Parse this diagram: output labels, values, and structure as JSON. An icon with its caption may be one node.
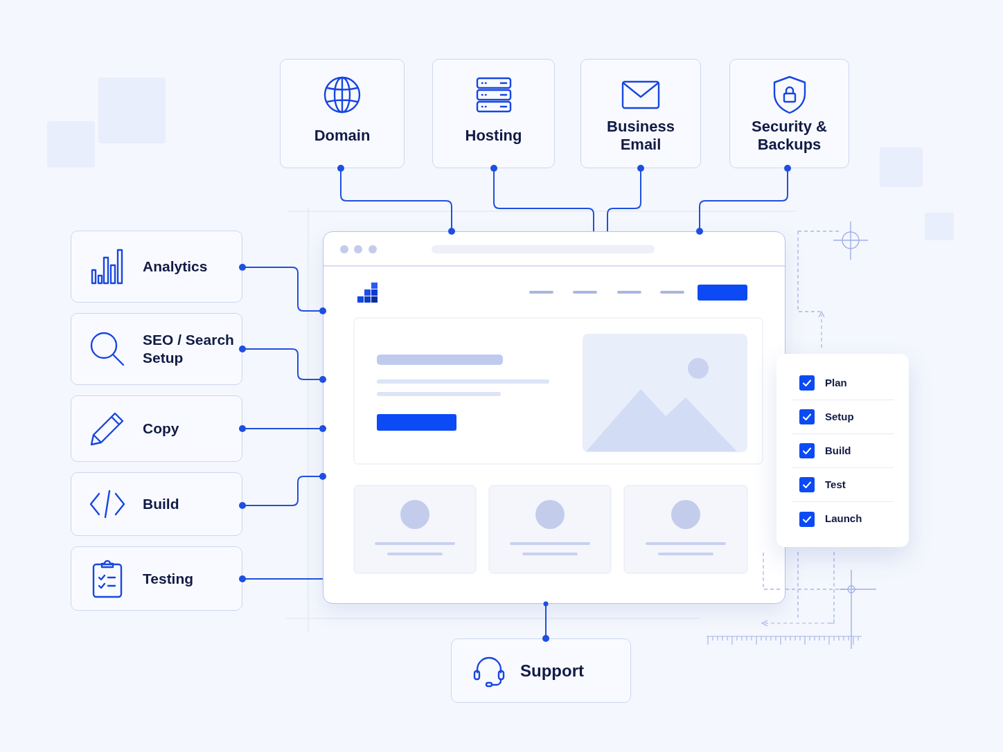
{
  "diagram": {
    "nodes": [
      {
        "text": [
          "Domain"
        ]
      },
      {
        "text": [
          "Hosting"
        ]
      },
      {
        "text": [
          "Business Email"
        ]
      },
      {
        "text": [
          "Security & Backups"
        ]
      },
      {
        "text": [
          "Analytics"
        ]
      },
      {
        "text": [
          "SEO / Search Setup"
        ]
      },
      {
        "text": [
          "Copy"
        ]
      },
      {
        "text": [
          "Build"
        ]
      },
      {
        "text": [
          "Testing"
        ]
      },
      {
        "text": [],
        "shape": "picture"
      },
      {
        "text": [
          "Plan",
          "Setup",
          "Build",
          "Test",
          "Launch"
        ]
      },
      {
        "text": [
          "Support"
        ]
      }
    ],
    "edges": [
      {
        "from": 0,
        "to": 9,
        "arrow": "other"
      },
      {
        "from": 1,
        "to": 9,
        "arrow": "other"
      },
      {
        "from": 2,
        "to": 9,
        "arrow": "other"
      },
      {
        "from": 3,
        "to": 9,
        "arrow": "other"
      },
      {
        "from": 4,
        "to": 9,
        "arrow": "other"
      },
      {
        "from": 5,
        "to": 9,
        "arrow": "other"
      },
      {
        "from": 6,
        "to": 9,
        "arrow": "other"
      },
      {
        "from": 7,
        "to": 9,
        "arrow": "other"
      },
      {
        "from": 8,
        "to": 9,
        "arrow": "other"
      },
      {
        "from": 11,
        "to": 9,
        "arrow": "other"
      }
    ]
  }
}
